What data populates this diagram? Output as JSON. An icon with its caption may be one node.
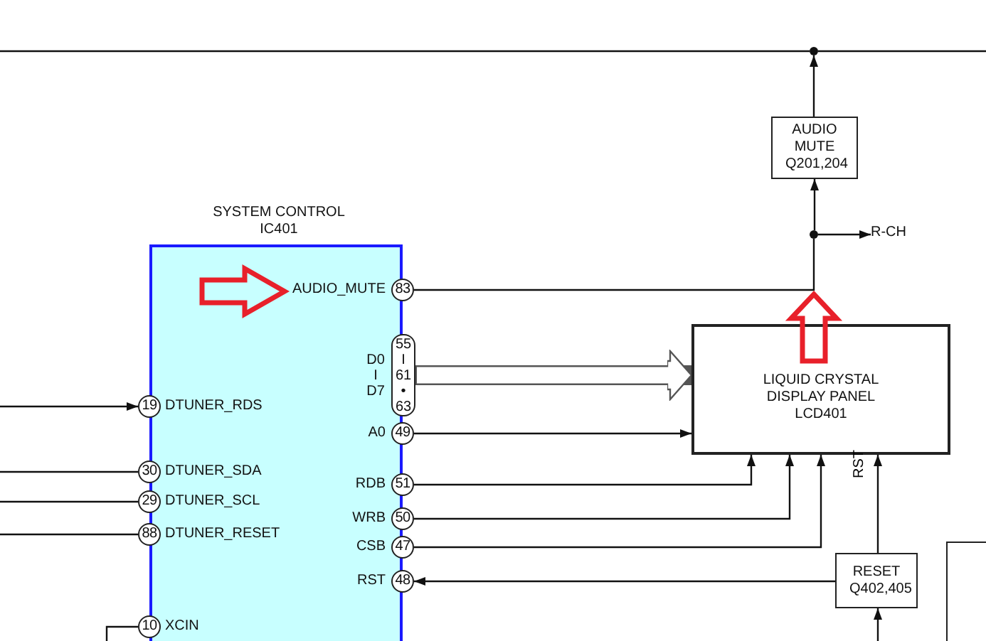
{
  "diagram": {
    "nodes": [
      {
        "text": [],
        "shape": "circle"
      },
      {
        "text": [
          "AUDIO MUTE",
          "Q201,204"
        ]
      },
      {
        "text": [],
        "shape": "circle"
      },
      {
        "text": [
          "R-CH"
        ]
      },
      {
        "text": [
          "SYSTEM CONTROL IC401"
        ]
      },
      {
        "text": [
          "83"
        ],
        "beside": [
          "AUDIO_MUTE"
        ]
      },
      {
        "text": [
          "55 I 61 • 63"
        ],
        "beside": [
          "D0 I D7"
        ]
      },
      {
        "text": [
          "LIQUID CRYSTAL DISPLAY PANEL",
          "LCD401"
        ]
      },
      {
        "text": [
          "19"
        ],
        "beside": [
          "DTUNER_RDS"
        ]
      },
      {
        "text": [
          "49"
        ],
        "beside": [
          "A0"
        ]
      },
      {
        "text": [
          "30"
        ],
        "beside": [
          "DTUNER_SDA"
        ]
      },
      {
        "text": [
          "51"
        ],
        "beside": [
          "RDB"
        ]
      },
      {
        "text": [
          "29"
        ],
        "beside": [
          "DTUNER_SCL"
        ]
      },
      {
        "text": [
          "50"
        ],
        "beside": [
          "WRB"
        ]
      },
      {
        "text": [
          "88"
        ],
        "beside": [
          "DTUNER_RESET"
        ]
      },
      {
        "text": [
          "47"
        ],
        "beside": [
          "CSB"
        ]
      },
      {
        "text": [],
        "shape": "box"
      },
      {
        "text": [
          "RESET",
          "Q402,405"
        ]
      },
      {
        "text": [
          "48"
        ],
        "beside": [
          "RST"
        ]
      },
      {
        "text": [
          "10"
        ],
        "beside": [
          "XCIN"
        ]
      }
    ],
    "edges": [
      {
        "from": null,
        "to": 0,
        "arrow": "none"
      },
      {
        "from": 0,
        "to": null,
        "arrow": "none"
      },
      {
        "from": 1,
        "to": 0,
        "arrow": "to"
      },
      {
        "from": 2,
        "to": 1,
        "arrow": "to"
      },
      {
        "from": 2,
        "to": 3,
        "arrow": "to"
      },
      {
        "from": 5,
        "to": 2,
        "arrow": "none"
      },
      {
        "from": 6,
        "to": 7,
        "arrow": "to",
        "style": "thick"
      },
      {
        "from": 9,
        "to": 7,
        "arrow": "to"
      },
      {
        "from": 11,
        "to": 7,
        "arrow": "to"
      },
      {
        "from": 13,
        "to": 7,
        "arrow": "to"
      },
      {
        "from": 15,
        "to": 7,
        "arrow": "to"
      },
      {
        "from": 17,
        "to": 7,
        "arrow": "to",
        "label": "RST"
      },
      {
        "from": 17,
        "to": 18,
        "arrow": "to"
      },
      {
        "from": null,
        "to": 17,
        "arrow": "to"
      },
      {
        "from": null,
        "to": 8,
        "arrow": "to"
      },
      {
        "from": 10,
        "to": null,
        "arrow": "none"
      },
      {
        "from": 12,
        "to": null,
        "arrow": "none"
      },
      {
        "from": 14,
        "to": null,
        "arrow": "none"
      },
      {
        "from": 19,
        "to": null,
        "arrow": "none"
      }
    ]
  }
}
